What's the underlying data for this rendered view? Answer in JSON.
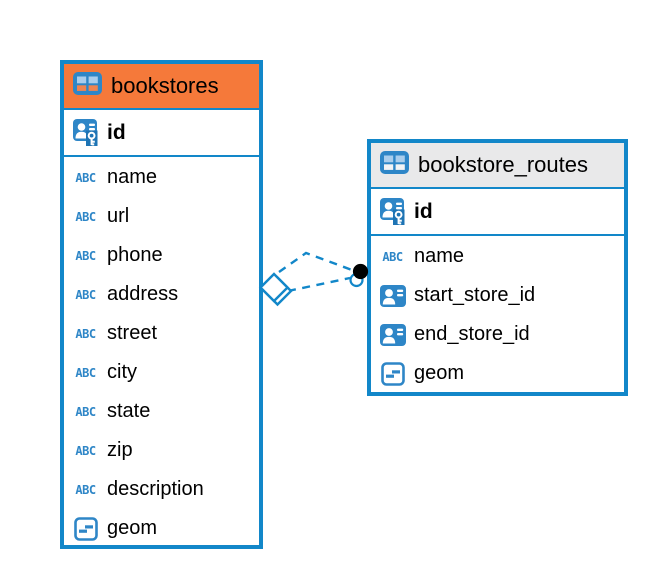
{
  "diagram": {
    "colors": {
      "accent_blue": "#1287c9",
      "icon_blue": "#2e86c7",
      "bookstores_header_bg": "#f5793a",
      "routes_header_bg": "#e9e9ea"
    },
    "tables": [
      {
        "name": "bookstores",
        "key_columns": [
          {
            "name": "id",
            "icon": "primary-key",
            "bold": true
          }
        ],
        "columns": [
          {
            "name": "name",
            "icon": "text"
          },
          {
            "name": "url",
            "icon": "text"
          },
          {
            "name": "phone",
            "icon": "text"
          },
          {
            "name": "address",
            "icon": "text"
          },
          {
            "name": "street",
            "icon": "text"
          },
          {
            "name": "city",
            "icon": "text"
          },
          {
            "name": "state",
            "icon": "text"
          },
          {
            "name": "zip",
            "icon": "text"
          },
          {
            "name": "description",
            "icon": "text"
          },
          {
            "name": "geom",
            "icon": "geometry"
          }
        ]
      },
      {
        "name": "bookstore_routes",
        "key_columns": [
          {
            "name": "id",
            "icon": "primary-key",
            "bold": true
          }
        ],
        "columns": [
          {
            "name": "name",
            "icon": "text"
          },
          {
            "name": "start_store_id",
            "icon": "foreign-key"
          },
          {
            "name": "end_store_id",
            "icon": "foreign-key"
          },
          {
            "name": "geom",
            "icon": "geometry"
          }
        ]
      }
    ],
    "relationships": [
      {
        "from": "bookstore_routes",
        "to": "bookstores",
        "style": "dashed"
      },
      {
        "from": "bookstore_routes",
        "to": "bookstores",
        "style": "dashed"
      }
    ]
  }
}
